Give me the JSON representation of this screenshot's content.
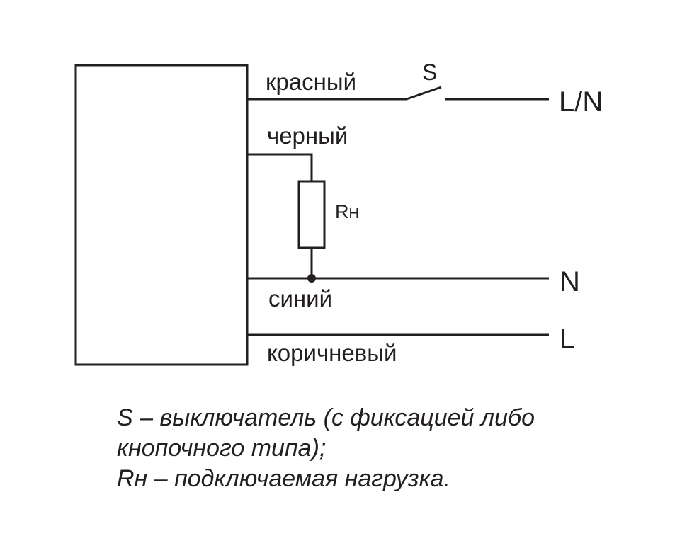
{
  "wires": {
    "red": "красный",
    "black": "черный",
    "blue": "синий",
    "brown": "коричневый"
  },
  "terminals": {
    "ln": "L/N",
    "n": "N",
    "l": "L"
  },
  "switch_label": "S",
  "resistor_label": "R",
  "resistor_sub": "Н",
  "legend": {
    "line1": "S – выключатель (с фиксацией либо",
    "line2": "кнопочного типа);",
    "line3": "Rн – подключаемая нагрузка."
  },
  "colors": {
    "ink": "#231f20",
    "background": "#ffffff"
  }
}
